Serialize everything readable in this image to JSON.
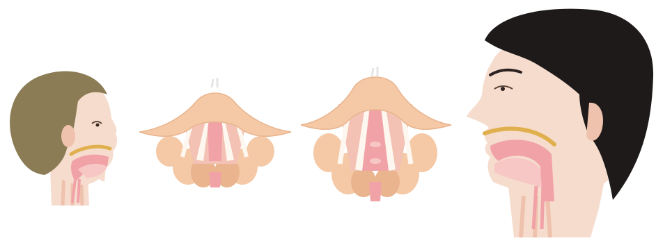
{
  "figure": {
    "panels": [
      {
        "id": "child-head-profile",
        "kind": "head-profile"
      },
      {
        "id": "child-larynx-top-view",
        "kind": "larynx-top-view"
      },
      {
        "id": "adult-larynx-top-view",
        "kind": "larynx-top-view"
      },
      {
        "id": "adult-head-profile",
        "kind": "head-profile"
      }
    ],
    "colors": {
      "skin": "#f6dccd",
      "skin_shadow": "#eec2ad",
      "child_hair": "#8c7c56",
      "adult_hair": "#1e1a1a",
      "mucosa": "#f1a2a6",
      "mucosa_light": "#f7c7c6",
      "cartilage": "#f5c9a6",
      "cartilage_dark": "#e9b48e",
      "palate": "#e1b04e",
      "vocal_fold": "#fdf7ef"
    }
  }
}
